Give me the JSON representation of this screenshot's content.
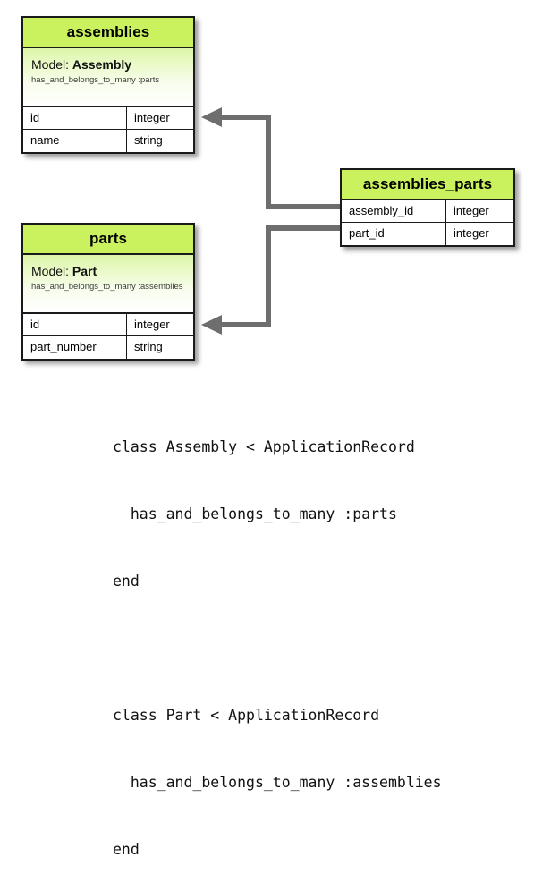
{
  "diagram": {
    "type": "entity-relationship-diagram",
    "colors": {
      "entity_header": "#c9f25e",
      "entity_body_top": "#dcf5a8",
      "entity_border": "#1a1a1a",
      "connector": "#6e6e6e",
      "page_background": "#ffffff"
    },
    "entities": [
      {
        "id": "assemblies",
        "title": "assemblies",
        "model_label": "Model:",
        "model_name": "Assembly",
        "association": "has_and_belongs_to_many :parts",
        "fields": [
          {
            "name": "id",
            "type": "integer"
          },
          {
            "name": "name",
            "type": "string"
          }
        ]
      },
      {
        "id": "parts",
        "title": "parts",
        "model_label": "Model:",
        "model_name": "Part",
        "association": "has_and_belongs_to_many :assemblies",
        "fields": [
          {
            "name": "id",
            "type": "integer"
          },
          {
            "name": "part_number",
            "type": "string"
          }
        ]
      },
      {
        "id": "assemblies_parts",
        "title": "assemblies_parts",
        "fields": [
          {
            "name": "assembly_id",
            "type": "integer"
          },
          {
            "name": "part_id",
            "type": "integer"
          }
        ]
      }
    ],
    "relationships": [
      {
        "from": "assemblies_parts.assembly_id",
        "to": "assemblies.id",
        "arrow": "left"
      },
      {
        "from": "assemblies_parts.part_id",
        "to": "parts.id",
        "arrow": "left"
      }
    ]
  },
  "code": {
    "lines": [
      "class Assembly < ApplicationRecord",
      "  has_and_belongs_to_many :parts",
      "end",
      "",
      "class Part < ApplicationRecord",
      "  has_and_belongs_to_many :assemblies",
      "end"
    ]
  }
}
